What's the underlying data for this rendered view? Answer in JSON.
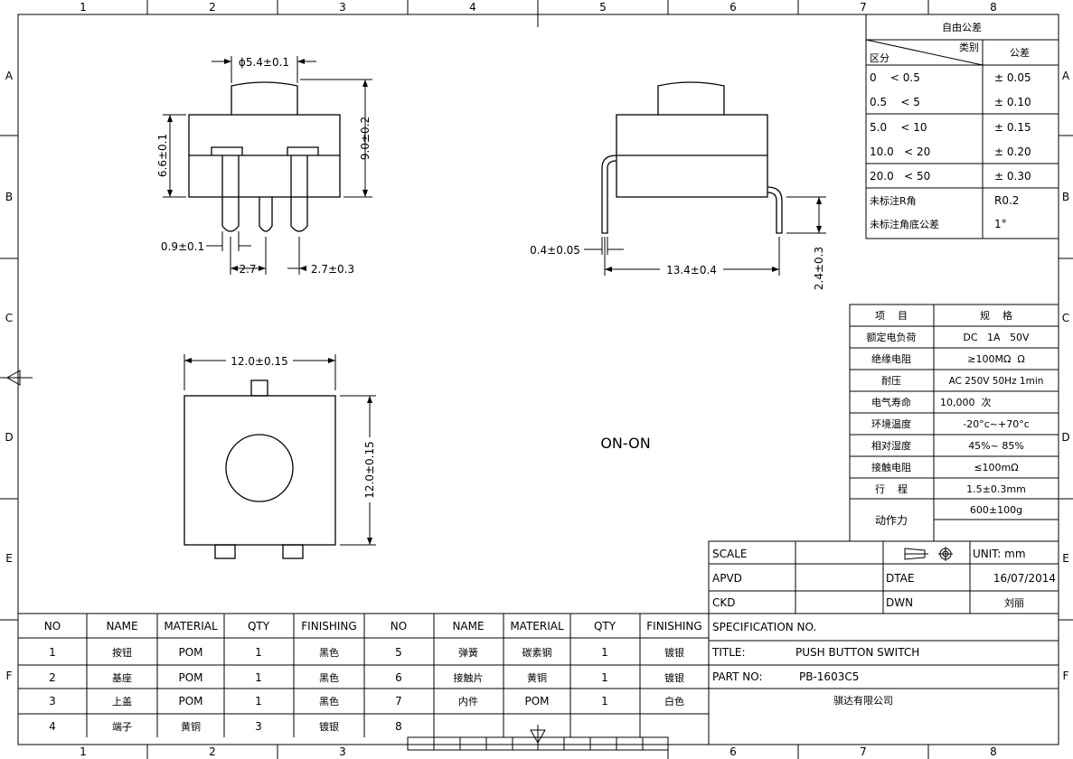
{
  "border": {
    "cols": [
      "1",
      "2",
      "3",
      "4",
      "5",
      "6",
      "7",
      "8"
    ],
    "rows": [
      "A",
      "B",
      "C",
      "D",
      "E",
      "F"
    ]
  },
  "dims": {
    "top_dia": "ϕ5.4±0.1",
    "height_total": "9.0±0.2",
    "height_body": "6.6±0.1",
    "pin_width": "0.9±0.1",
    "pitch1": "2.7",
    "pitch2": "2.7±0.3",
    "pin_thk": "0.4±0.05",
    "length": "13.4±0.4",
    "bend": "2.4±0.3",
    "width_top": "12.0±0.15",
    "width_side": "12.0±0.15"
  },
  "mode_label": "ON-ON",
  "tolerance": {
    "title": "自由公差",
    "hdr_type": "类别",
    "hdr_zone": "区分",
    "hdr_tol": "公差",
    "rows": [
      {
        "range": "0    < 0.5",
        "tol": "± 0.05"
      },
      {
        "range": "0.5    < 5",
        "tol": "± 0.10"
      },
      {
        "range": "5.0    < 10",
        "tol": "± 0.15"
      },
      {
        "range": "10.0   < 20",
        "tol": "± 0.20"
      },
      {
        "range": "20.0   < 50",
        "tol": "± 0.30"
      },
      {
        "range": "未标注R角",
        "tol": "R0.2"
      },
      {
        "range": "未标注角底公差",
        "tol": "1°"
      }
    ]
  },
  "spec": {
    "hdr_item": "项    目",
    "hdr_spec": "规    格",
    "rows": [
      {
        "item": "额定电负荷",
        "value": "DC   1A   50V"
      },
      {
        "item": "绝缘电阻",
        "value": "≥100MΩ  Ω"
      },
      {
        "item": "耐压",
        "value": "AC 250V 50Hz 1min"
      },
      {
        "item": "电气寿命",
        "value": "10,000  次"
      },
      {
        "item": "环境温度",
        "value": "-20°c~+70°c"
      },
      {
        "item": "相对湿度",
        "value": "45%~ 85%"
      },
      {
        "item": "接触电阻",
        "value": "≤100mΩ"
      },
      {
        "item": "行    程",
        "value": "1.5±0.3mm"
      },
      {
        "item": "动作力",
        "value": "600±100g"
      }
    ]
  },
  "title_block": {
    "scale": "SCALE",
    "apvd": "APVD",
    "ckd": "CKD",
    "dtae": "DTAE",
    "date": "16/07/2014",
    "dwn": "DWN",
    "drawer": "刘丽",
    "unit": "UNIT: mm",
    "spec_no": "SPECIFICATION NO.",
    "title_label": "TITLE:",
    "title": "PUSH BUTTON SWITCH",
    "part_label": "PART NO:",
    "part": "PB-1603C5",
    "company": "骐达有限公司"
  },
  "bom": {
    "headers": [
      "NO",
      "NAME",
      "MATERIAL",
      "QTY",
      "FINISHING",
      "NO",
      "NAME",
      "MATERIAL",
      "QTY",
      "FINISHING"
    ],
    "rows": [
      [
        "1",
        "按钮",
        "POM",
        "1",
        "黑色",
        "5",
        "弹簧",
        "碳素钢",
        "1",
        "镀银"
      ],
      [
        "2",
        "基座",
        "POM",
        "1",
        "黑色",
        "6",
        "接触片",
        "黄铜",
        "1",
        "镀银"
      ],
      [
        "3",
        "上盖",
        "POM",
        "1",
        "黑色",
        "7",
        "内件",
        "POM",
        "1",
        "白色"
      ],
      [
        "4",
        "端子",
        "黄铜",
        "3",
        "镀银",
        "8",
        "",
        "",
        "",
        ""
      ]
    ]
  }
}
